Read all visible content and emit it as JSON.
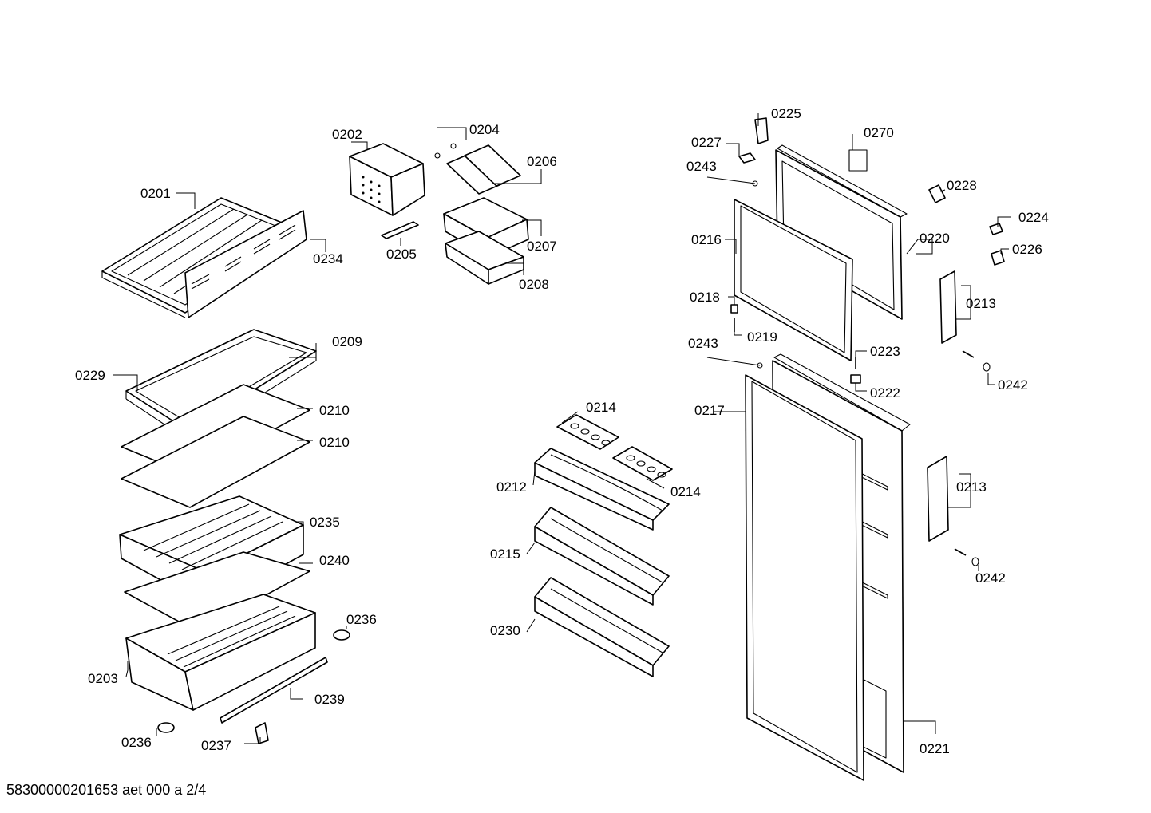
{
  "document": {
    "code": "58300000201653 aet 000 a 2/4"
  },
  "parts": [
    {
      "id": "p0201",
      "label": "0201"
    },
    {
      "id": "p0202",
      "label": "0202"
    },
    {
      "id": "p0203",
      "label": "0203"
    },
    {
      "id": "p0204",
      "label": "0204"
    },
    {
      "id": "p0205",
      "label": "0205"
    },
    {
      "id": "p0206",
      "label": "0206"
    },
    {
      "id": "p0207",
      "label": "0207"
    },
    {
      "id": "p0208",
      "label": "0208"
    },
    {
      "id": "p0209",
      "label": "0209"
    },
    {
      "id": "p0210a",
      "label": "0210"
    },
    {
      "id": "p0210b",
      "label": "0210"
    },
    {
      "id": "p0212",
      "label": "0212"
    },
    {
      "id": "p0213a",
      "label": "0213"
    },
    {
      "id": "p0213b",
      "label": "0213"
    },
    {
      "id": "p0214a",
      "label": "0214"
    },
    {
      "id": "p0214b",
      "label": "0214"
    },
    {
      "id": "p0215",
      "label": "0215"
    },
    {
      "id": "p0216",
      "label": "0216"
    },
    {
      "id": "p0217",
      "label": "0217"
    },
    {
      "id": "p0218",
      "label": "0218"
    },
    {
      "id": "p0219",
      "label": "0219"
    },
    {
      "id": "p0220",
      "label": "0220"
    },
    {
      "id": "p0221",
      "label": "0221"
    },
    {
      "id": "p0222",
      "label": "0222"
    },
    {
      "id": "p0223",
      "label": "0223"
    },
    {
      "id": "p0224",
      "label": "0224"
    },
    {
      "id": "p0225",
      "label": "0225"
    },
    {
      "id": "p0226",
      "label": "0226"
    },
    {
      "id": "p0227",
      "label": "0227"
    },
    {
      "id": "p0228",
      "label": "0228"
    },
    {
      "id": "p0229",
      "label": "0229"
    },
    {
      "id": "p0230",
      "label": "0230"
    },
    {
      "id": "p0234",
      "label": "0234"
    },
    {
      "id": "p0235",
      "label": "0235"
    },
    {
      "id": "p0236a",
      "label": "0236"
    },
    {
      "id": "p0236b",
      "label": "0236"
    },
    {
      "id": "p0237",
      "label": "0237"
    },
    {
      "id": "p0239",
      "label": "0239"
    },
    {
      "id": "p0240",
      "label": "0240"
    },
    {
      "id": "p0242a",
      "label": "0242"
    },
    {
      "id": "p0242b",
      "label": "0242"
    },
    {
      "id": "p0243a",
      "label": "0243"
    },
    {
      "id": "p0243b",
      "label": "0243"
    },
    {
      "id": "p0270",
      "label": "0270"
    }
  ]
}
